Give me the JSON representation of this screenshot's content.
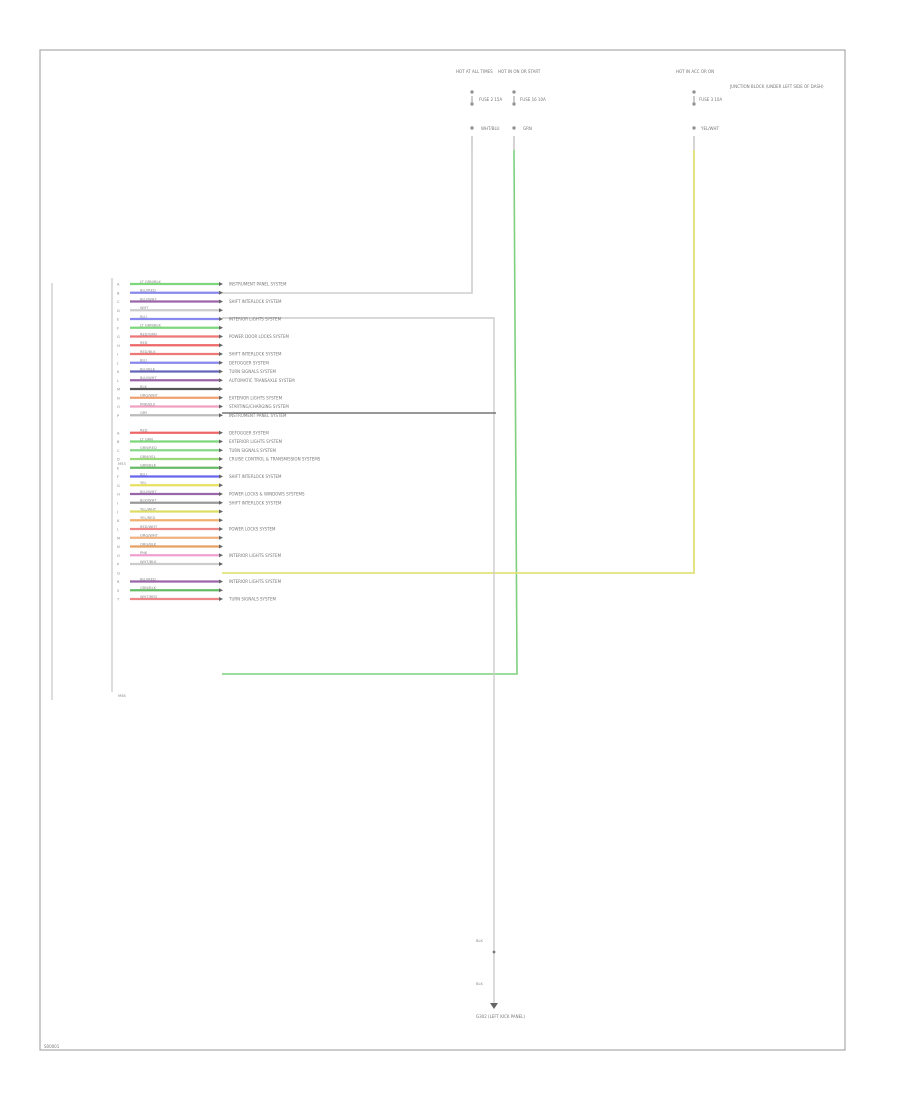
{
  "diagram": {
    "fuses": [
      {
        "title": "HOT AT ALL TIMES",
        "fuse_label": "FUSE 2 15A",
        "wire_code": "WHT/BLU"
      },
      {
        "title": "HOT IN ON OR START",
        "fuse_label": "FUSE 16 10A",
        "wire_code": "GRN"
      },
      {
        "title": "HOT IN ACC OR ON",
        "fuse_label": "FUSE 3 10A",
        "wire_code": "YEL/WHT"
      }
    ],
    "junction_block_label": "JUNCTION BLOCK (UNDER LEFT SIDE OF DASH)",
    "connector_labels": [
      "M53",
      "M58"
    ],
    "rows": [
      {
        "pin": "A",
        "code": "LT GRN/BLK",
        "system": "INSTRUMENT PANEL SYSTEM",
        "color": "#7dd87d"
      },
      {
        "pin": "B",
        "code": "BLU/RED",
        "system": "",
        "color": "#8888ee"
      },
      {
        "pin": "C",
        "code": "BLU/WHT",
        "system": "SHIFT INTERLOCK SYSTEM",
        "color": "#9a66aa"
      },
      {
        "pin": "D",
        "code": "WHT",
        "system": "",
        "color": "#cccccc"
      },
      {
        "pin": "E",
        "code": "BLU",
        "system": "INTERIOR LIGHTS SYSTEM",
        "color": "#8888ee"
      },
      {
        "pin": "F",
        "code": "LT GRN/BLK",
        "system": "",
        "color": "#7dd87d"
      },
      {
        "pin": "G",
        "code": "RED/GRN",
        "system": "POWER DOOR LOCKS SYSTEM",
        "color": "#ee7777"
      },
      {
        "pin": "H",
        "code": "RED",
        "system": "",
        "color": "#ee6666"
      },
      {
        "pin": "I",
        "code": "RED/BLK",
        "system": "SHIFT INTERLOCK SYSTEM",
        "color": "#ee7777"
      },
      {
        "pin": "J",
        "code": "BLU",
        "system": "DEFOGGER SYSTEM",
        "color": "#8888ee"
      },
      {
        "pin": "K",
        "code": "BLU/BLK",
        "system": "TURN SIGNALS SYSTEM",
        "color": "#6666bb"
      },
      {
        "pin": "L",
        "code": "BLU/WHT",
        "system": "AUTOMATIC TRANSAXLE SYSTEM",
        "color": "#9a66aa"
      },
      {
        "pin": "M",
        "code": "BLK",
        "system": "",
        "color": "#555555"
      },
      {
        "pin": "N",
        "code": "ORG/WHT",
        "system": "EXTERIOR LIGHTS SYSTEM",
        "color": "#f0a070"
      },
      {
        "pin": "O",
        "code": "PNK/BLU",
        "system": "STARTING/CHARGING SYSTEM",
        "color": "#f0a0c0"
      },
      {
        "pin": "P",
        "code": "GRY",
        "system": "INSTRUMENT PANEL SYSTEM",
        "color": "#bbbbbb"
      },
      {
        "pin": "",
        "code": "",
        "system": "",
        "color": ""
      },
      {
        "pin": "A",
        "code": "RED",
        "system": "DEFOGGER SYSTEM",
        "color": "#ee6666"
      },
      {
        "pin": "B",
        "code": "LT GRN",
        "system": "EXTERIOR LIGHTS SYSTEM",
        "color": "#7dd87d"
      },
      {
        "pin": "C",
        "code": "GRN/RED",
        "system": "TURN SIGNALS SYSTEM",
        "color": "#88d888"
      },
      {
        "pin": "D",
        "code": "GRN/YEL",
        "system": "CRUISE CONTROL & TRANSMISSION SYSTEMS",
        "color": "#9ad87a"
      },
      {
        "pin": "E",
        "code": "GRN/BLK",
        "system": "",
        "color": "#66bb66"
      },
      {
        "pin": "F",
        "code": "BLU",
        "system": "SHIFT INTERLOCK SYSTEM",
        "color": "#6666ee"
      },
      {
        "pin": "G",
        "code": "YEL",
        "system": "",
        "color": "#e8e060"
      },
      {
        "pin": "H",
        "code": "BLU/WHT",
        "system": "POWER LOCKS & WINDOWS SYSTEMS",
        "color": "#9a66aa"
      },
      {
        "pin": "I",
        "code": "BLK/WHT",
        "system": "SHIFT INTERLOCK SYSTEM",
        "color": "#999999"
      },
      {
        "pin": "J",
        "code": "YEL/WHT",
        "system": "",
        "color": "#dddd66"
      },
      {
        "pin": "K",
        "code": "YEL/RED",
        "system": "",
        "color": "#f0b070"
      },
      {
        "pin": "L",
        "code": "RED/WHT",
        "system": "POWER LOCKS SYSTEM",
        "color": "#ee8888"
      },
      {
        "pin": "M",
        "code": "ORG/WHT",
        "system": "",
        "color": "#f0b080"
      },
      {
        "pin": "N",
        "code": "ORG/BLK",
        "system": "",
        "color": "#e8a060"
      },
      {
        "pin": "O",
        "code": "PNK",
        "system": "INTERIOR LIGHTS SYSTEM",
        "color": "#f0a0d0"
      },
      {
        "pin": "P",
        "code": "WHT/BLK",
        "system": "",
        "color": "#cccccc"
      },
      {
        "pin": "Q",
        "code": "",
        "system": "",
        "color": ""
      },
      {
        "pin": "R",
        "code": "BLU/RED",
        "system": "INTERIOR LIGHTS SYSTEM",
        "color": "#9a66aa"
      },
      {
        "pin": "S",
        "code": "GRN/BLK",
        "system": "",
        "color": "#66bb66"
      },
      {
        "pin": "T",
        "code": "WHT/RED",
        "system": "TURN SIGNALS SYSTEM",
        "color": "#ee8888"
      }
    ],
    "ground": {
      "wire_upper": "BLK",
      "wire_lower": "BLK",
      "label": "G302 (LEFT KICK PANEL)"
    },
    "footer_code": "S00001"
  },
  "colors": {
    "green_wire": "#7ed07e",
    "yellow_wire": "#e2e27a",
    "frame": "#9a9a9a"
  }
}
